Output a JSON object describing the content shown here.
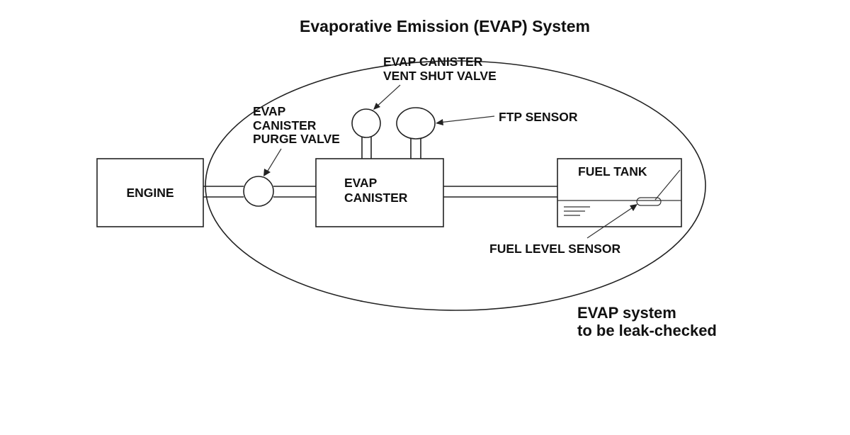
{
  "diagram": {
    "title": "Evaporative Emission (EVAP) System",
    "labels": {
      "engine": "ENGINE",
      "purge_valve": [
        "EVAP",
        "CANISTER",
        "PURGE VALVE"
      ],
      "vent_valve": [
        "EVAP CANISTER",
        "VENT SHUT VALVE"
      ],
      "ftp_sensor": "FTP SENSOR",
      "canister": [
        "EVAP",
        "CANISTER"
      ],
      "fuel_tank": "FUEL TANK",
      "fuel_level_sensor": "FUEL LEVEL SENSOR"
    },
    "caption": [
      "EVAP system",
      "to be leak-checked"
    ]
  }
}
